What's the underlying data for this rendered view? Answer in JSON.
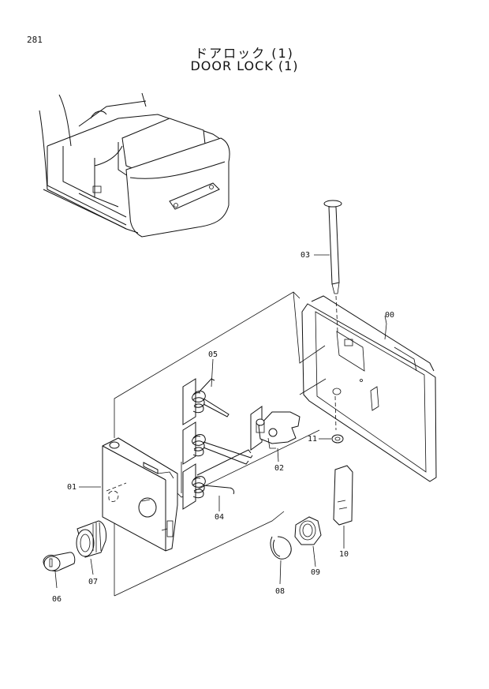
{
  "page_number": "281",
  "title_japanese": "ドアロック (1)",
  "title_english": "DOOR LOCK (1)",
  "parts": [
    {
      "id": "00",
      "label": "00"
    },
    {
      "id": "01",
      "label": "01"
    },
    {
      "id": "02",
      "label": "02"
    },
    {
      "id": "03",
      "label": "03"
    },
    {
      "id": "04",
      "label": "04"
    },
    {
      "id": "05",
      "label": "05"
    },
    {
      "id": "06",
      "label": "06"
    },
    {
      "id": "07",
      "label": "07"
    },
    {
      "id": "08",
      "label": "08"
    },
    {
      "id": "09",
      "label": "09"
    },
    {
      "id": "10",
      "label": "10"
    },
    {
      "id": "11",
      "label": "11"
    }
  ]
}
